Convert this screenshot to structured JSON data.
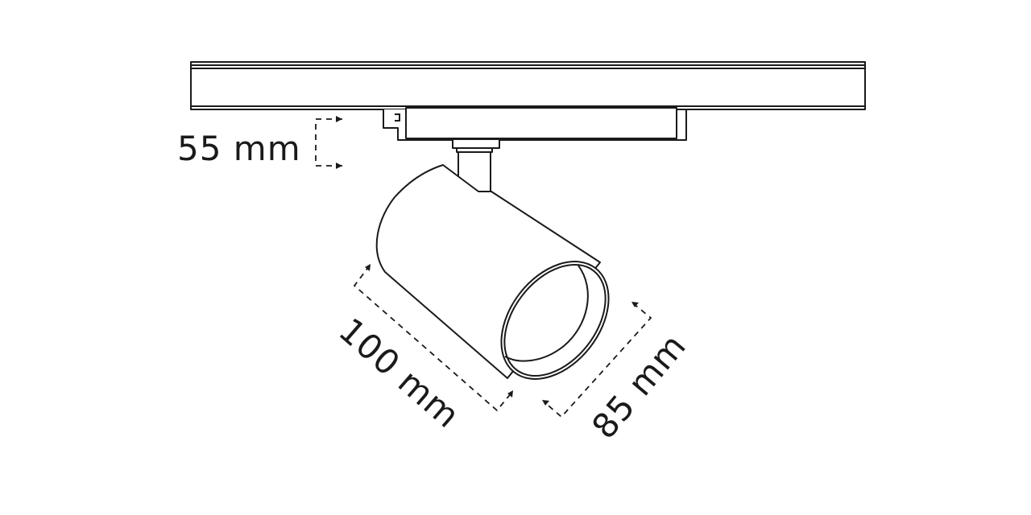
{
  "dimensions": {
    "height_label": "55 mm",
    "length_label": "100 mm",
    "diameter_label": "85 mm"
  },
  "colors": {
    "line": "#1a1a1a",
    "background": "#ffffff"
  }
}
